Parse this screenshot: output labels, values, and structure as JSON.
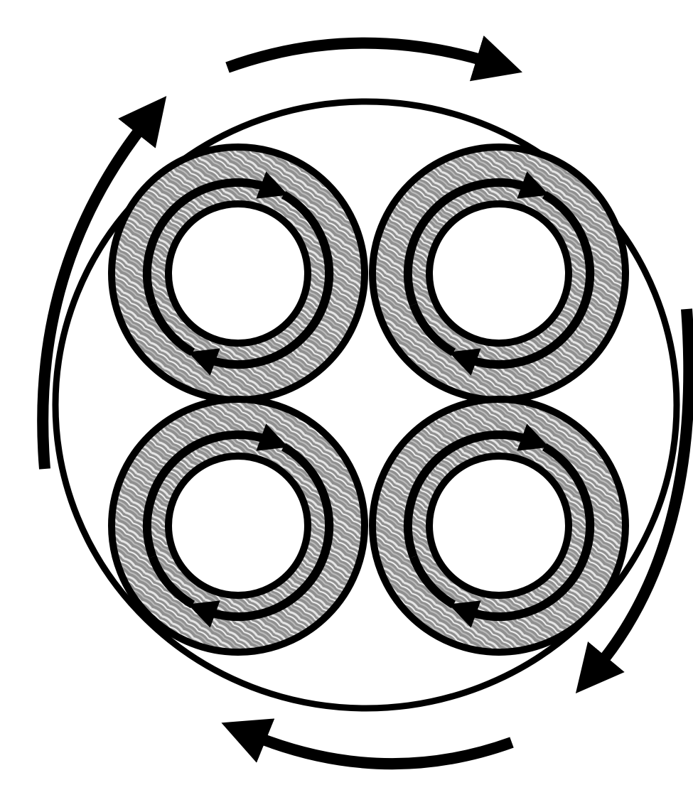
{
  "diagram": {
    "rings": [
      {
        "id": "top-left"
      },
      {
        "id": "top-right"
      },
      {
        "id": "bottom-left"
      },
      {
        "id": "bottom-right"
      }
    ],
    "colors": {
      "background": "#ffffff",
      "stroke": "#000000",
      "strand_fill": "#8f8f8f",
      "strand_highlight": "#e6e6e6"
    },
    "icons": [
      "rotation-arrow-icon",
      "twist-arrow-icon"
    ]
  }
}
